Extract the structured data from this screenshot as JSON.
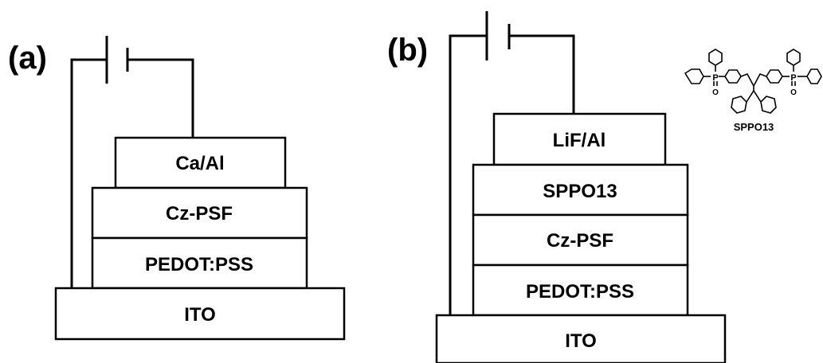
{
  "panel_a": {
    "label": "(a)",
    "layers": [
      "Ca/Al",
      "Cz-PSF",
      "PEDOT:PSS",
      "ITO"
    ]
  },
  "panel_b": {
    "label": "(b)",
    "layers": [
      "LiF/Al",
      "SPPO13",
      "Cz-PSF",
      "PEDOT:PSS",
      "ITO"
    ]
  },
  "molecule": {
    "name": "SPPO13",
    "phosphorus": "P",
    "oxygen": "O"
  }
}
